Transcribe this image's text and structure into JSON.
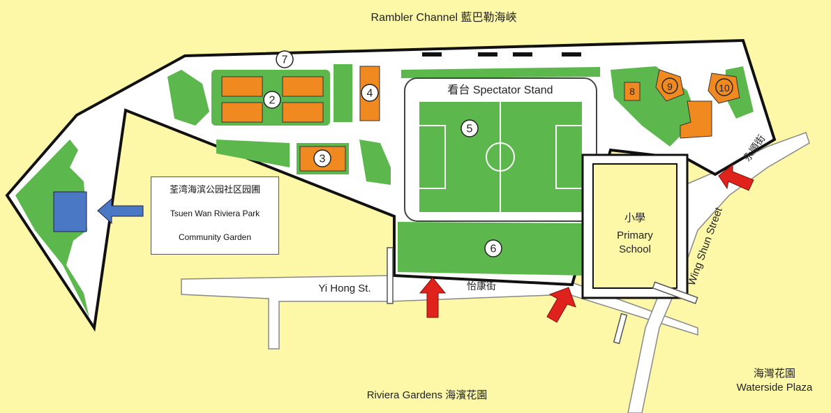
{
  "water": {
    "channel_label": "Rambler Channel 藍巴勒海峽"
  },
  "stand": {
    "label": "看台  Spectator Stand"
  },
  "school": {
    "label_zh": "小學",
    "label_en_1": "Primary",
    "label_en_2": "School"
  },
  "streets": {
    "yi_hong_en": "Yi Hong St.",
    "yi_hong_zh": "怡康街",
    "wing_shun_en": "Wing Shun Street",
    "wing_shun_zh": "永順街"
  },
  "places": {
    "riviera": "Riviera Gardens 海濱花園",
    "waterside_zh": "海灣花園",
    "waterside_en": "Waterside Plaza"
  },
  "legend": {
    "line1": "荃湾海滨公园社区园圃",
    "line2": "Tsuen Wan Riviera Park",
    "line3": "Community Garden"
  },
  "markers": {
    "m2": "2",
    "m3": "3",
    "m4": "4",
    "m5": "5",
    "m6": "6",
    "m7": "7",
    "m8": "8",
    "m9": "9",
    "m10": "10"
  },
  "colors": {
    "background": "#fdf7a8",
    "grass": "#5cb84c",
    "court": "#f08a20",
    "path": "#ffffff",
    "outline": "#111111",
    "entrance_arrow": "#e0221c",
    "highlight_arrow": "#4a78c4",
    "garden_plot": "#4a78c4"
  }
}
